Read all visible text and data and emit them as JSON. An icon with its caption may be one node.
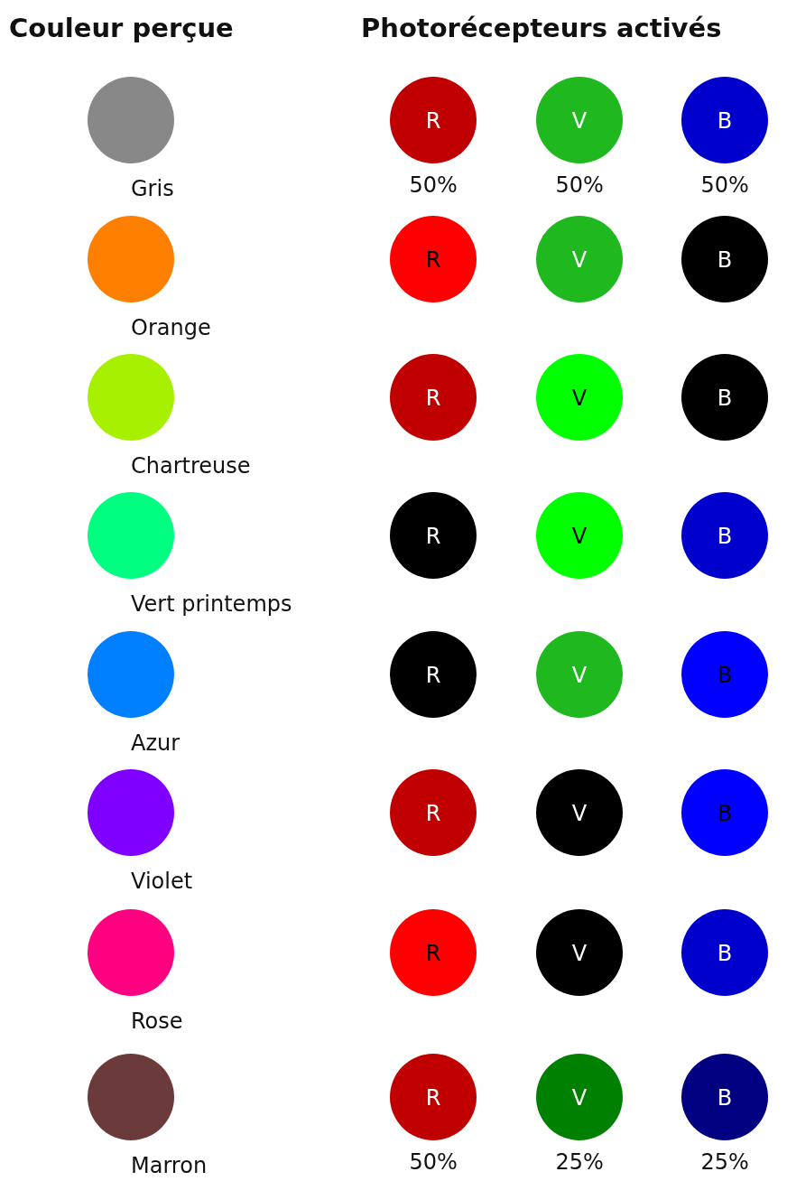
{
  "diagram": {
    "nodes": [
      {
        "text": [
          "Gris"
        ]
      },
      {
        "text": [
          "R"
        ],
        "beside": [
          "50%"
        ]
      },
      {
        "text": [
          "V"
        ],
        "beside": [
          "50%"
        ]
      },
      {
        "text": [
          "B"
        ],
        "beside": [
          "50%"
        ]
      },
      {
        "text": [
          "Orange"
        ]
      },
      {
        "text": [
          "R"
        ]
      },
      {
        "text": [
          "V"
        ]
      },
      {
        "text": [
          "B"
        ]
      },
      {
        "text": [
          "Chartreuse"
        ]
      },
      {
        "text": [
          "R"
        ]
      },
      {
        "text": [
          "V"
        ]
      },
      {
        "text": [
          "B"
        ]
      },
      {
        "text": [
          "Vert printemps"
        ]
      },
      {
        "text": [
          "R"
        ]
      },
      {
        "text": [
          "V"
        ]
      },
      {
        "text": [
          "B"
        ]
      },
      {
        "text": [
          "Azur"
        ]
      },
      {
        "text": [
          "R"
        ]
      },
      {
        "text": [
          "V"
        ]
      },
      {
        "text": [
          "B"
        ]
      },
      {
        "text": [
          "Violet"
        ]
      },
      {
        "text": [
          "R"
        ]
      },
      {
        "text": [
          "V"
        ]
      },
      {
        "text": [
          "B"
        ]
      },
      {
        "text": [
          "Rose"
        ]
      },
      {
        "text": [
          "R"
        ]
      },
      {
        "text": [
          "V"
        ]
      },
      {
        "text": [
          "B"
        ]
      },
      {
        "text": [
          "Marron"
        ]
      },
      {
        "text": [
          "R"
        ],
        "beside": [
          "50%"
        ]
      },
      {
        "text": [
          "V"
        ],
        "beside": [
          "25%"
        ]
      },
      {
        "text": [
          "B"
        ],
        "beside": [
          "25%"
        ]
      }
    ],
    "labels": [
      "Couleur perçue",
      "Photorécepteurs activés"
    ]
  }
}
